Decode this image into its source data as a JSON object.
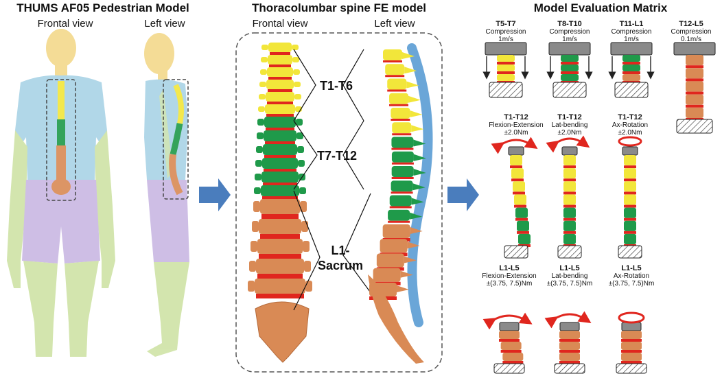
{
  "colors": {
    "thoracic_upper": "#f2e63a",
    "thoracic_lower": "#1f9a4a",
    "lumbar": "#d98a55",
    "disc": "#e0261e",
    "skin_head": "#f3d98b",
    "torso": "#a9d3e6",
    "legs": "#cfe3a6",
    "pelvis": "#c9b8e3",
    "arrow": "#4a7dbd",
    "ligament": "#6aa6d8"
  },
  "panel1": {
    "title": "THUMS AF05 Pedestrian Model",
    "frontal_label": "Frontal view",
    "left_label": "Left view"
  },
  "panel2": {
    "title": "Thoracolumbar spine FE model",
    "frontal_label": "Frontal view",
    "left_label": "Left view",
    "segments": [
      "T1-T6",
      "T7-T12",
      "L1-\nSacrum"
    ]
  },
  "panel3": {
    "title": "Model Evaluation Matrix",
    "row1": [
      {
        "segment": "T5-T7",
        "load": "Compression",
        "magnitude": "1m/s"
      },
      {
        "segment": "T8-T10",
        "load": "Compression",
        "magnitude": "1m/s"
      },
      {
        "segment": "T11-L1",
        "load": "Compression",
        "magnitude": "1m/s"
      },
      {
        "segment": "T12-L5",
        "load": "Compression",
        "magnitude": "0.1m/s"
      }
    ],
    "row2": [
      {
        "segment": "T1-T12",
        "load": "Flexion-Extension",
        "magnitude": "±2.0Nm"
      },
      {
        "segment": "T1-T12",
        "load": "Lat-bending",
        "magnitude": "±2.0Nm"
      },
      {
        "segment": "T1-T12",
        "load": "Ax-Rotation",
        "magnitude": "±2.0Nm"
      }
    ],
    "row3": [
      {
        "segment": "L1-L5",
        "load": "Flexion-Extension",
        "magnitude": "±(3.75, 7.5)Nm"
      },
      {
        "segment": "L1-L5",
        "load": "Lat-bending",
        "magnitude": "±(3.75, 7.5)Nm"
      },
      {
        "segment": "L1-L5",
        "load": "Ax-Rotation",
        "magnitude": "±(3.75, 7.5)Nm"
      }
    ]
  }
}
